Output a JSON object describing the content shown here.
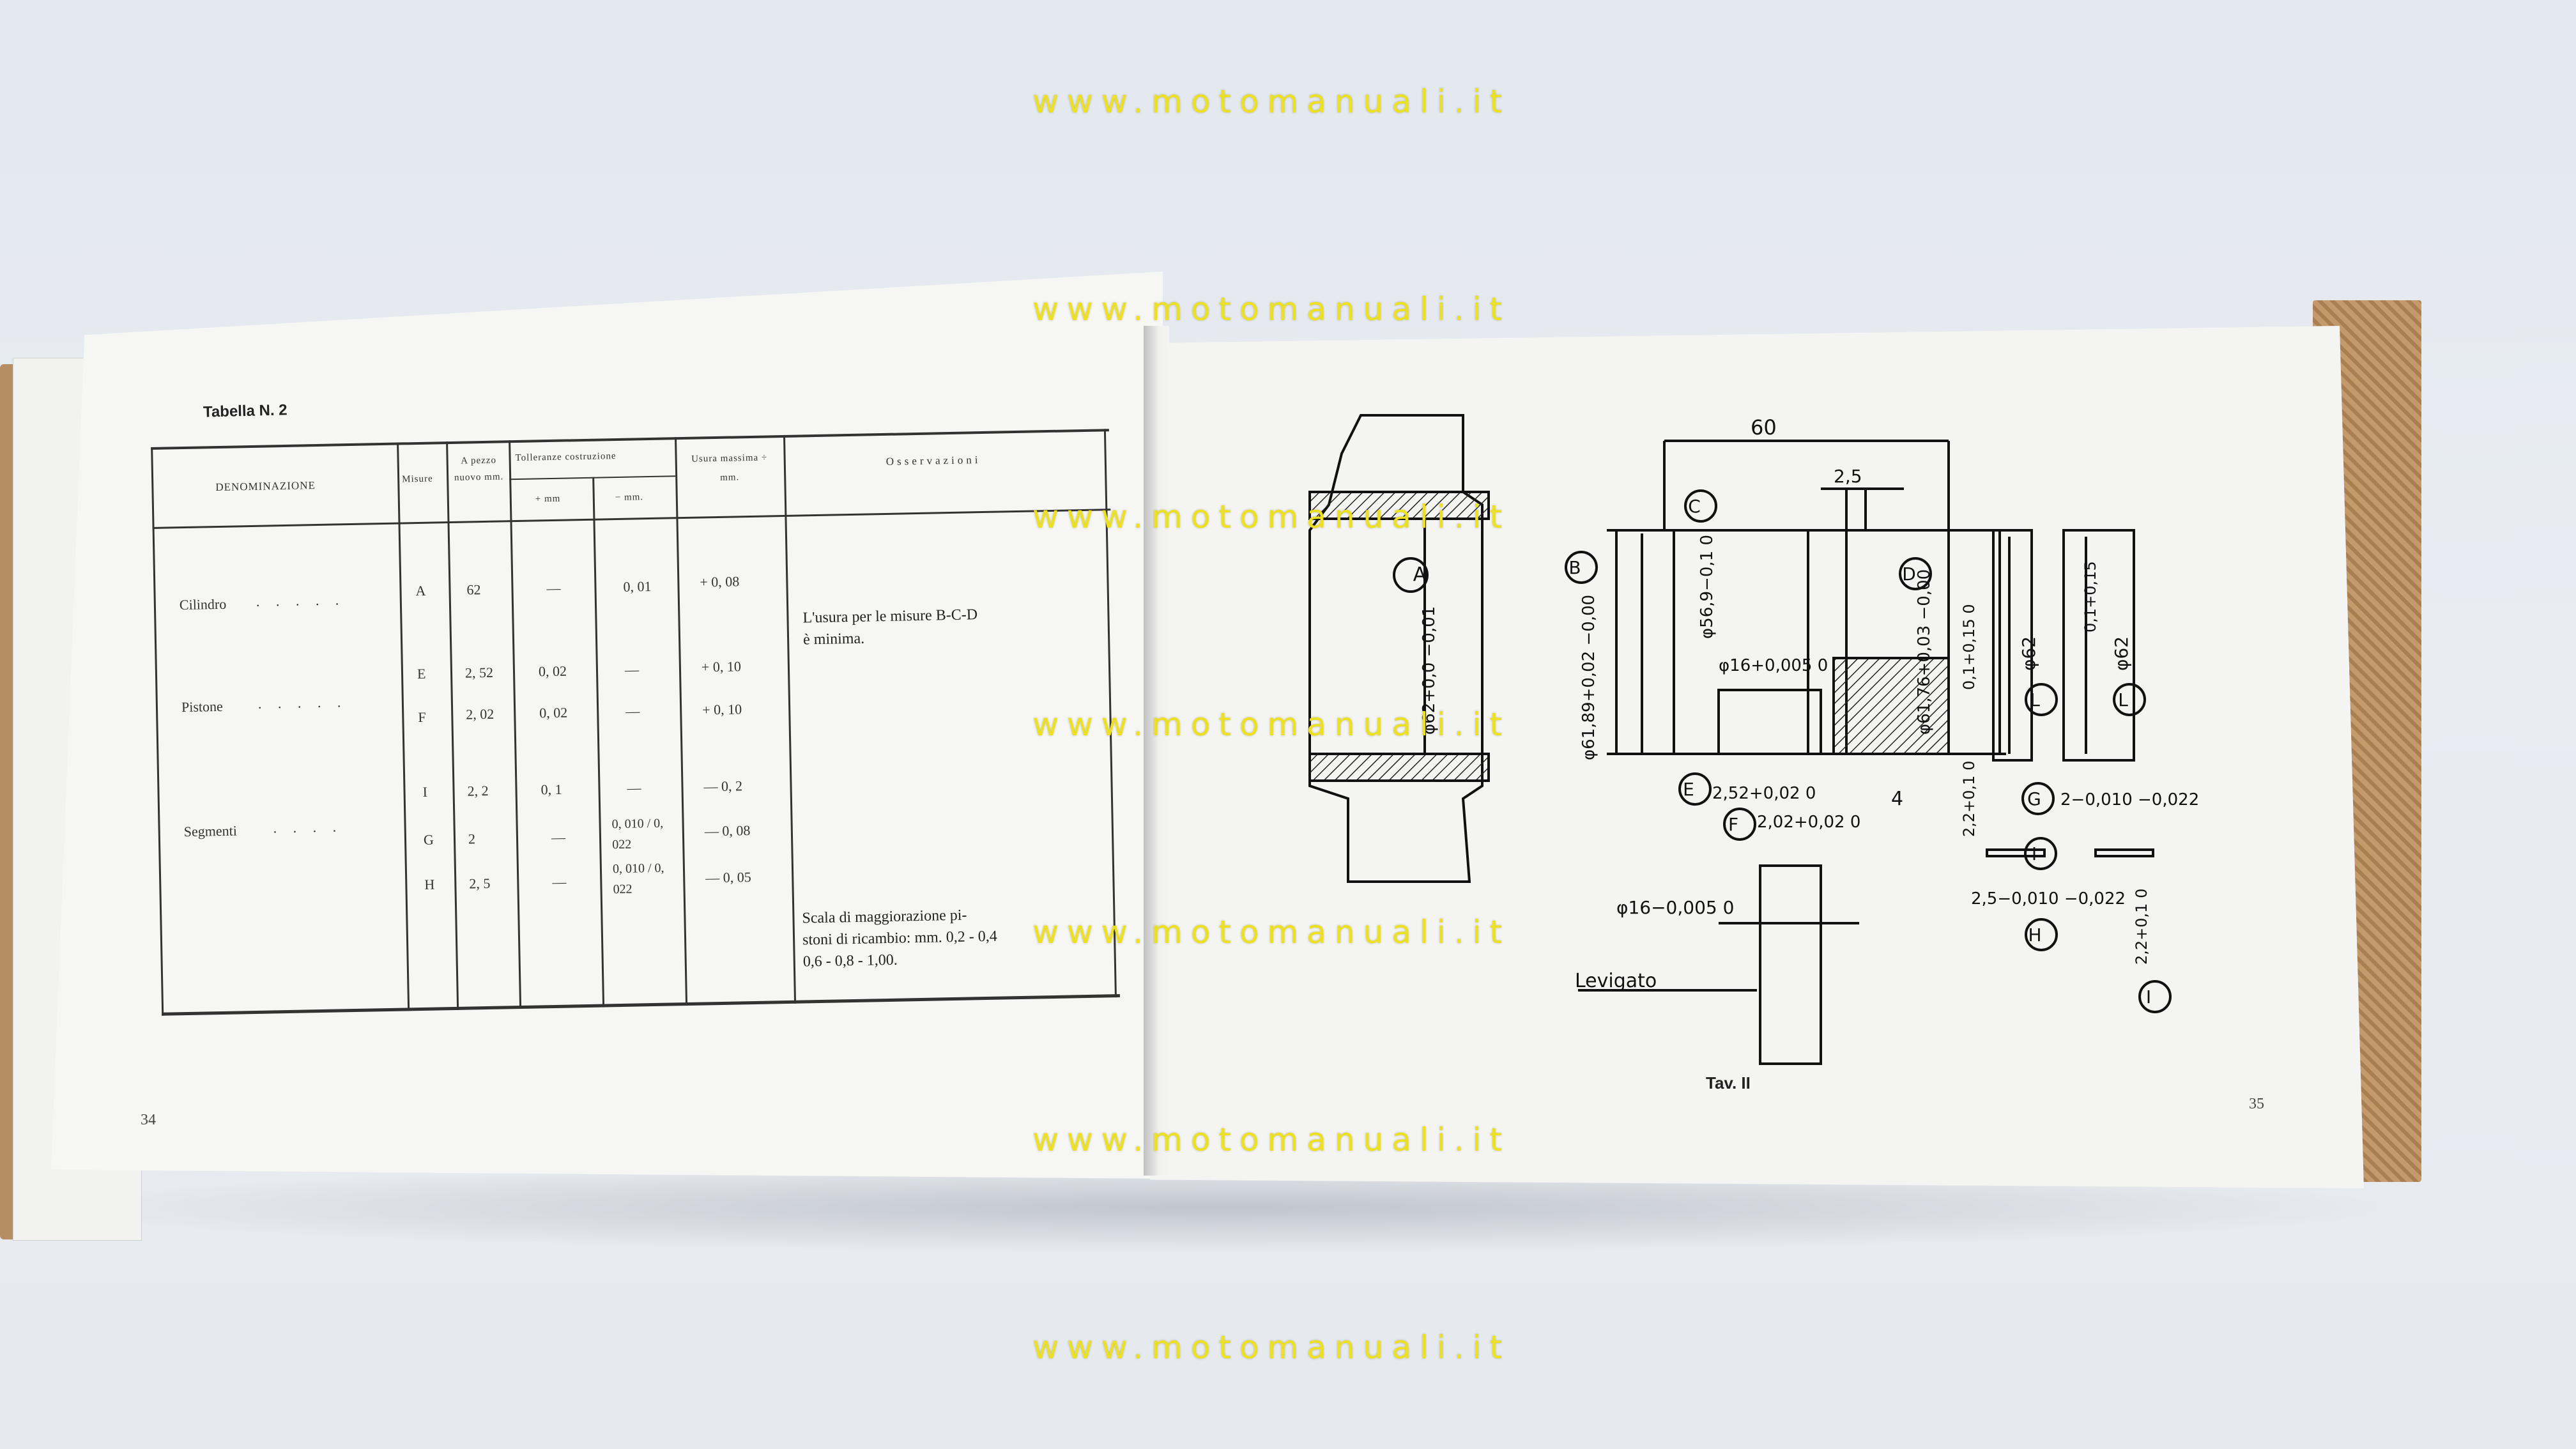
{
  "watermark": "www.motomanuali.it",
  "left_page": {
    "title": "Tabella N. 2",
    "headers": {
      "denominazione": "DENOMINAZIONE",
      "misure": "Misure",
      "a_pezzo_nuovo": "A pezzo nuovo mm.",
      "tolleranze": "Tolleranze costruzione",
      "plus_mm": "+ mm",
      "minus_mm": "− mm.",
      "usura_massima": "Usura massima ÷ mm.",
      "osservazioni": "Osservazioni"
    },
    "groups": [
      {
        "name": "Cilindro",
        "rows": [
          {
            "misura": "A",
            "nuovo": "62",
            "plus": "—",
            "minus": "0, 01",
            "usura": "+ 0, 08"
          }
        ]
      },
      {
        "name": "Pistone",
        "rows": [
          {
            "misura": "E",
            "nuovo": "2, 52",
            "plus": "0, 02",
            "minus": "—",
            "usura": "+ 0, 10"
          },
          {
            "misura": "F",
            "nuovo": "2, 02",
            "plus": "0, 02",
            "minus": "—",
            "usura": "+ 0, 10"
          }
        ]
      },
      {
        "name": "Segmenti",
        "rows": [
          {
            "misura": "I",
            "nuovo": "2, 2",
            "plus": "0, 1",
            "minus": "—",
            "usura": "— 0, 2"
          },
          {
            "misura": "G",
            "nuovo": "2",
            "plus": "—",
            "minus": "0, 010 / 0, 022",
            "usura": "— 0, 08"
          },
          {
            "misura": "H",
            "nuovo": "2, 5",
            "plus": "—",
            "minus": "0, 010 / 0, 022",
            "usura": "— 0, 05"
          }
        ]
      }
    ],
    "note1_line1": "L'usura per le misure B-C-D",
    "note1_line2": "è minima.",
    "note2_line1": "Scala di maggiorazione pi-",
    "note2_line2": "stoni di ricambio: mm. 0,2 - 0,4",
    "note2_line3": "0,6 - 0,8 - 1,00.",
    "page_number": "34"
  },
  "right_page": {
    "caption": "Tav. II",
    "page_number": "35",
    "labels": {
      "dim_60": "60",
      "dim_25_top": "2,5",
      "cyl_bore": "φ62+0,0 −0,01",
      "piston_dia": "φ61,89+0,02 −0,00",
      "top_dia": "φ56,9−0,1 0",
      "pin_dia": "φ16+0,005 0",
      "ring_groove": "φ61,76+0,03 −0,00",
      "ring_width_01": "0,1+0,15 0",
      "ring_dia_62": "φ62",
      "ring_dia_62b": "φ62",
      "ring_01b": "0,1+0,15",
      "groove_e": "2,52+0,02 0",
      "groove_f": "2,02+0,02 0",
      "dim_4": "4",
      "ring_22": "2,2+0,1 0",
      "ring_g": "2−0,010 −0,022",
      "ring_h": "2,5−0,010 −0,022",
      "pin": "φ16−0,005 0",
      "ring_22b": "2,2+0,1 0",
      "levigato": "Levigato",
      "circle_a": "A",
      "circle_b": "B",
      "circle_c": "C",
      "circle_d": "D",
      "circle_e": "E",
      "circle_f": "F",
      "circle_g": "G",
      "circle_h": "H",
      "circle_i": "I",
      "circle_i2": "I",
      "circle_l": "L",
      "circle_l2": "L"
    }
  }
}
